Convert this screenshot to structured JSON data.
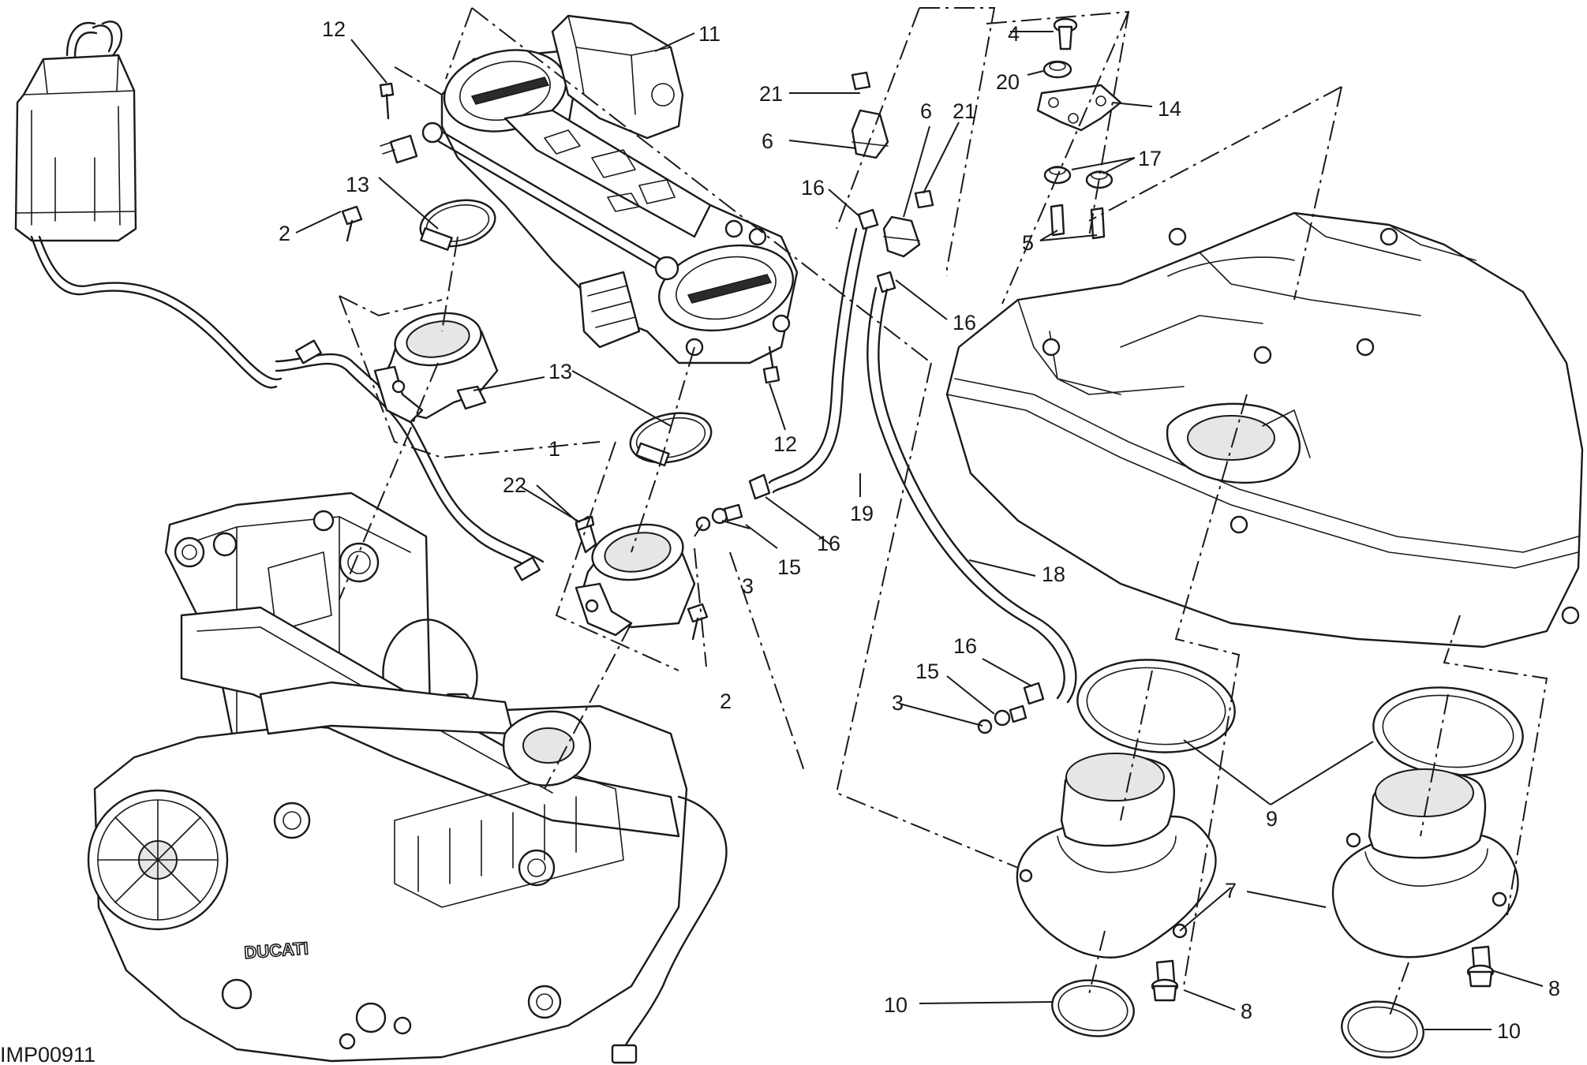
{
  "diagram": {
    "drawing_code": "IMP00911",
    "callouts": {
      "c1": "1",
      "c2a": "2",
      "c2b": "2",
      "c3a": "3",
      "c3b": "3",
      "c4": "4",
      "c5": "5",
      "c6a": "6",
      "c6b": "6",
      "c7": "7",
      "c8a": "8",
      "c8b": "8",
      "c9": "9",
      "c10a": "10",
      "c10b": "10",
      "c11": "11",
      "c12a": "12",
      "c12b": "12",
      "c13a": "13",
      "c13b": "13",
      "c14": "14",
      "c15a": "15",
      "c15b": "15",
      "c16a": "16",
      "c16b": "16",
      "c16c": "16",
      "c16d": "16",
      "c17": "17",
      "c18": "18",
      "c19": "19",
      "c20": "20",
      "c21a": "21",
      "c21b": "21",
      "c22": "22"
    },
    "brand_mark": "DUCATI"
  }
}
